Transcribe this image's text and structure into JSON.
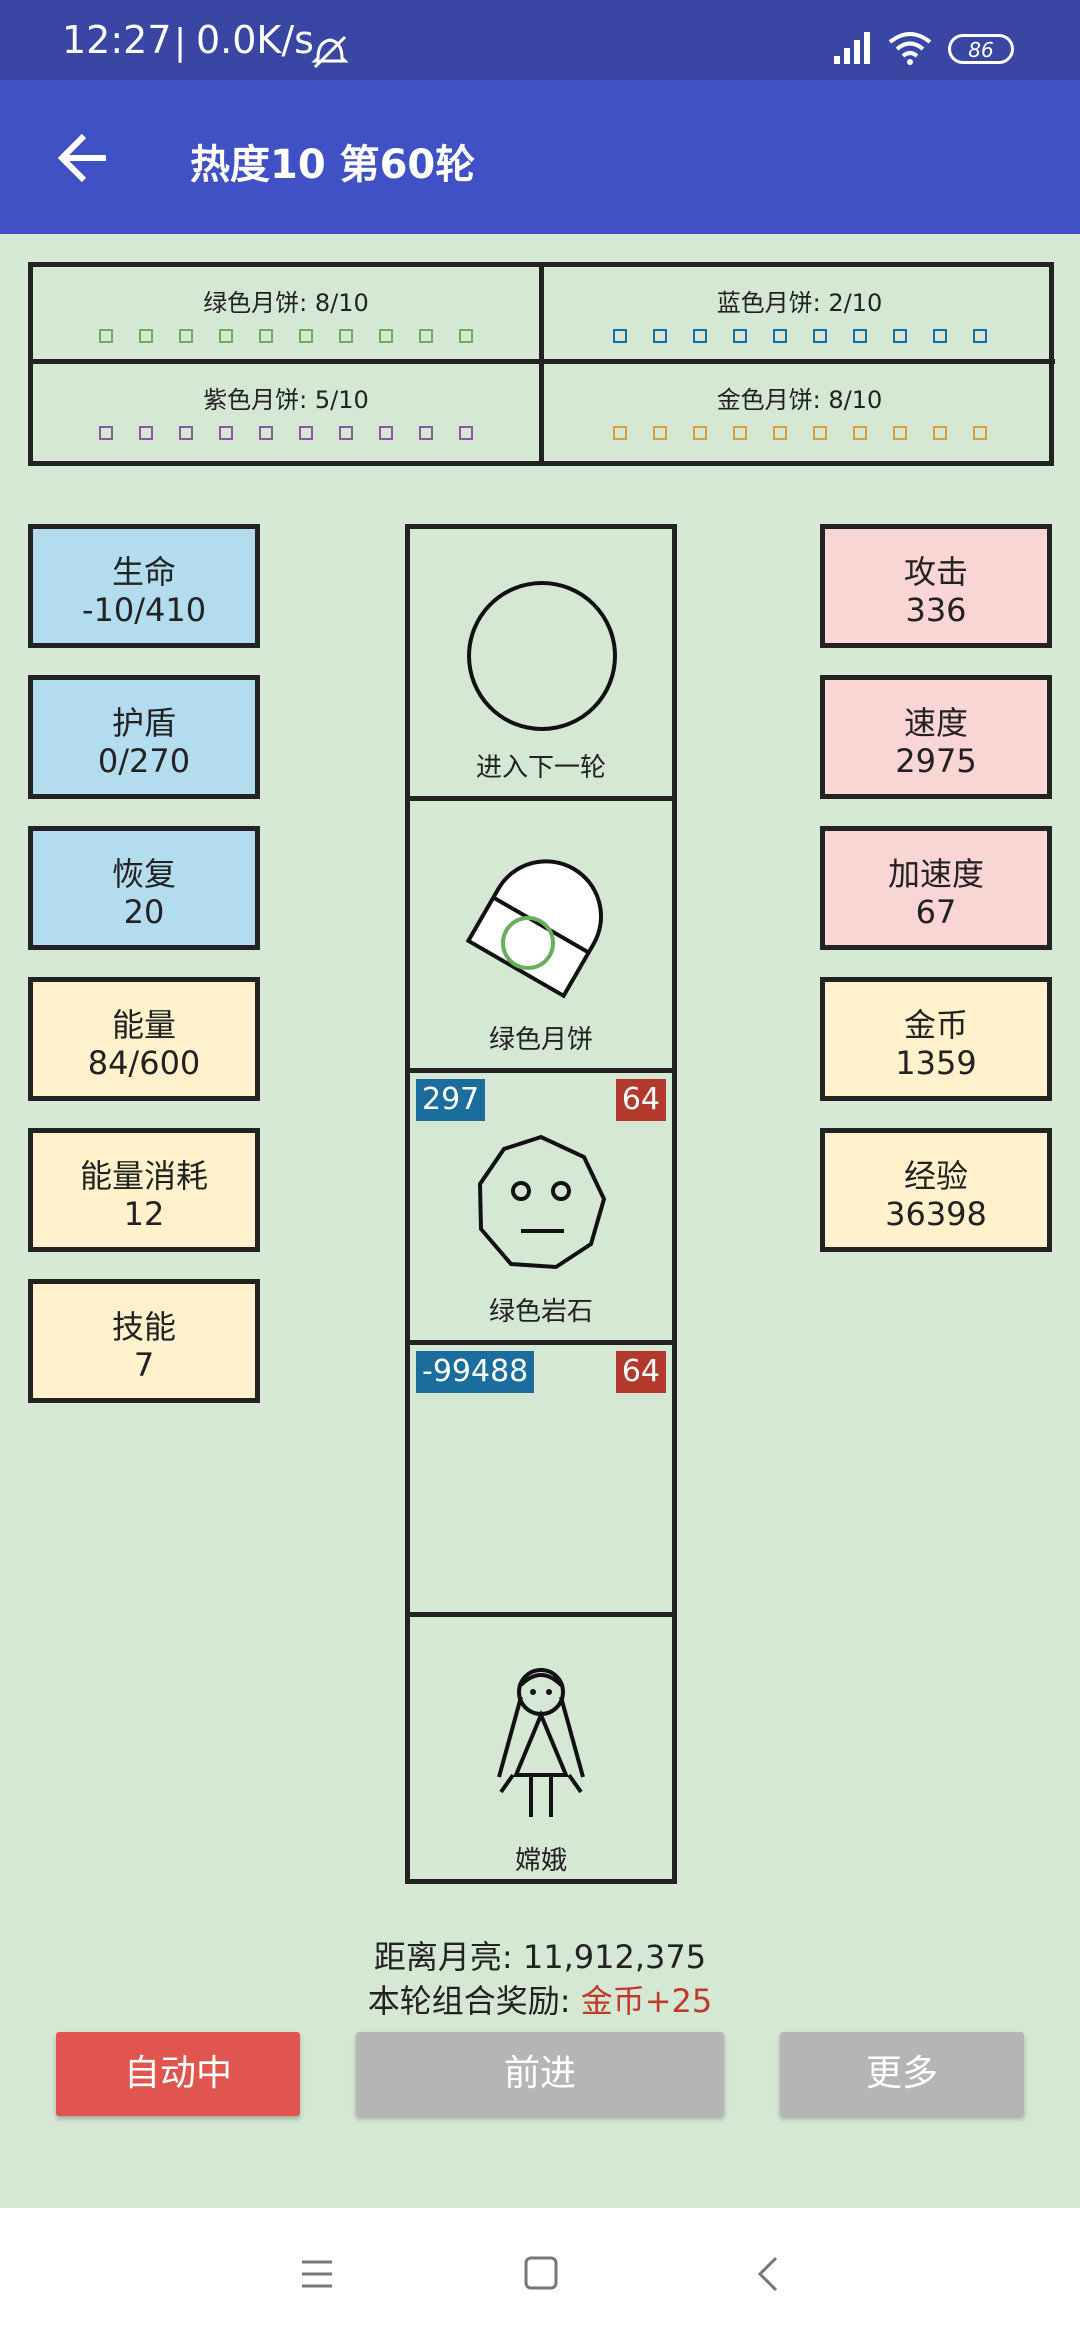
{
  "status": {
    "time": "12:27",
    "net": "0.0K/s",
    "battery": "86"
  },
  "header": {
    "title": "热度10 第60轮"
  },
  "mooncakes": [
    {
      "label": "绿色月饼: 8/10",
      "color": "#6aaf5a"
    },
    {
      "label": "蓝色月饼: 2/10",
      "color": "#1a6d9c"
    },
    {
      "label": "紫色月饼: 5/10",
      "color": "#8a5a9c"
    },
    {
      "label": "金色月饼: 8/10",
      "color": "#d8a23a"
    }
  ],
  "left_stats": [
    {
      "label": "生命",
      "value": "-10/410"
    },
    {
      "label": "护盾",
      "value": "0/270"
    },
    {
      "label": "恢复",
      "value": "20"
    },
    {
      "label": "能量",
      "value": "84/600"
    },
    {
      "label": "能量消耗",
      "value": "12"
    },
    {
      "label": "技能",
      "value": "7"
    }
  ],
  "right_stats": [
    {
      "label": "攻击",
      "value": "336"
    },
    {
      "label": "速度",
      "value": "2975"
    },
    {
      "label": "加速度",
      "value": "67"
    },
    {
      "label": "金币",
      "value": "1359"
    },
    {
      "label": "经验",
      "value": "36398"
    }
  ],
  "track": {
    "next_round": "进入下一轮",
    "item": "绿色月饼",
    "enemy": {
      "name": "绿色岩石",
      "hp": "297",
      "atk": "64"
    },
    "empty": {
      "hp": "-99488",
      "atk": "64"
    },
    "player": "嫦娥"
  },
  "info": {
    "distance": "距离月亮: 11,912,375",
    "reward_label": "本轮组合奖励: ",
    "reward_value": "金币+25"
  },
  "buttons": {
    "auto": "自动中",
    "forward": "前进",
    "more": "更多"
  },
  "colors": {
    "appbar": "#3f51c4",
    "auto_btn": "#e05550",
    "gray_btn": "#b5b5b5",
    "reward": "#c0392b"
  }
}
